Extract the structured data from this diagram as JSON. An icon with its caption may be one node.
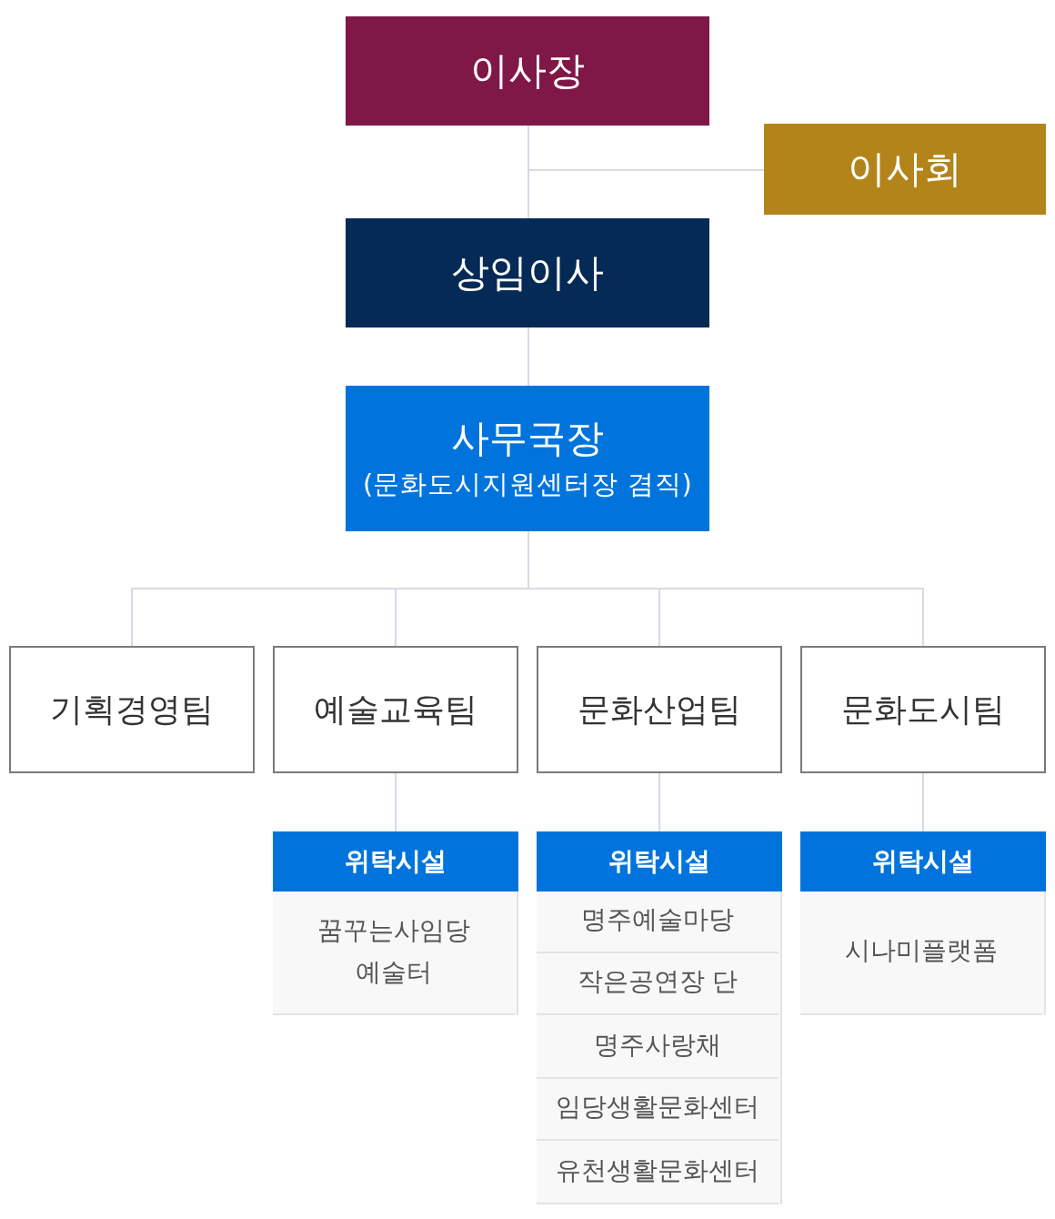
{
  "diagram": {
    "nodes": [
      {
        "text": [
          "이사장"
        ]
      },
      {
        "text": [
          "이사회"
        ]
      },
      {
        "text": [
          "상임이사"
        ]
      },
      {
        "text": [
          "사무국장",
          "(문화도시지원센터장 겸직)"
        ]
      },
      {
        "text": [
          "기획경영팀"
        ]
      },
      {
        "text": [
          "예술교육팀"
        ]
      },
      {
        "text": [
          "문화산업팀"
        ]
      },
      {
        "text": [
          "문화도시팀"
        ]
      },
      {
        "text": [
          "위탁시설"
        ]
      },
      {
        "text": [
          "꿈꾸는사임당 예술터"
        ],
        "in": 8
      },
      {
        "text": [
          "위탁시설"
        ]
      },
      {
        "text": [
          "명주예술마당"
        ],
        "in": 10
      },
      {
        "text": [
          "작은공연장 단"
        ],
        "in": 10
      },
      {
        "text": [
          "명주사랑채"
        ],
        "in": 10
      },
      {
        "text": [
          "임당생활문화센터"
        ],
        "in": 10
      },
      {
        "text": [
          "유천생활문화센터"
        ],
        "in": 10
      },
      {
        "text": [
          "위탁시설"
        ]
      },
      {
        "text": [
          "시나미플랫폼"
        ],
        "in": 16
      }
    ],
    "edges": [
      {
        "from": 0,
        "to": 1,
        "arrow": "none"
      },
      {
        "from": 0,
        "to": 2,
        "arrow": "none"
      },
      {
        "from": 2,
        "to": 3,
        "arrow": "none"
      },
      {
        "from": 3,
        "to": 4,
        "arrow": "none"
      },
      {
        "from": 3,
        "to": 5,
        "arrow": "none"
      },
      {
        "from": 3,
        "to": 6,
        "arrow": "none"
      },
      {
        "from": 3,
        "to": 7,
        "arrow": "none"
      },
      {
        "from": 5,
        "to": 8,
        "arrow": "none"
      },
      {
        "from": 6,
        "to": 10,
        "arrow": "none"
      },
      {
        "from": 7,
        "to": 16,
        "arrow": "none"
      }
    ]
  }
}
